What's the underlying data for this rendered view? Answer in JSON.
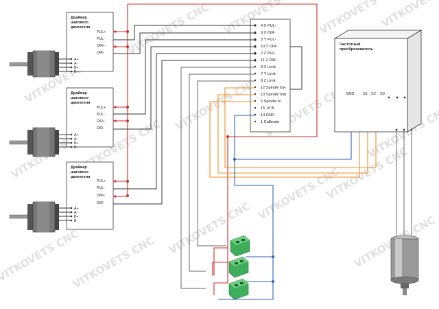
{
  "drivers": [
    {
      "title": [
        "Драйвер",
        "шагового",
        "двигателя"
      ],
      "inputs": [
        "PUL+",
        "PUL-",
        "DIR+",
        "DIR-"
      ],
      "motor_pins": [
        "A+",
        "A-",
        "B+",
        "B-"
      ]
    },
    {
      "title": [
        "Драйвер",
        "шагового",
        "двигателя"
      ],
      "inputs": [
        "PUL+",
        "PUL-",
        "DIR+",
        "DIR-"
      ],
      "motor_pins": [
        "A+",
        "A-",
        "B+",
        "B-"
      ]
    },
    {
      "title": [
        "Драйвер",
        "шагового",
        "двигателя"
      ],
      "inputs": [
        "PUL+",
        "PUL-",
        "DIR+",
        "DIR-"
      ],
      "motor_pins": [
        "A+",
        "A-",
        "B+",
        "B-"
      ]
    }
  ],
  "breakout": {
    "pins": [
      "4  X PUL-",
      "9  X DIR-",
      "3  Y PUL-",
      "10  Y DIR-",
      "2  Z PUL-",
      "11  Z DIR-",
      "8  X Limit",
      "7  Y Limit",
      "6  Z Limit",
      "12  Spindle low",
      "13  Spindle mid",
      "5  Spindle hi",
      "15  +5 B",
      "14  GND",
      "1  Calibrate"
    ]
  },
  "vfd": {
    "title": [
      "Частотный",
      "преобразователь"
    ],
    "pins": [
      "GND",
      "S1",
      "S2",
      "S3"
    ]
  },
  "watermark": "VITKOVETS CNC",
  "colors": {
    "red": "#d62828",
    "orange": "#f28c1e",
    "blue": "#2a64b0",
    "teal": "#1f7f9a",
    "black": "#333333",
    "terminal_green": "#3fae5a"
  },
  "icons": [
    "stepper-motor-icon",
    "spindle-motor-icon",
    "terminal-block-icon"
  ]
}
